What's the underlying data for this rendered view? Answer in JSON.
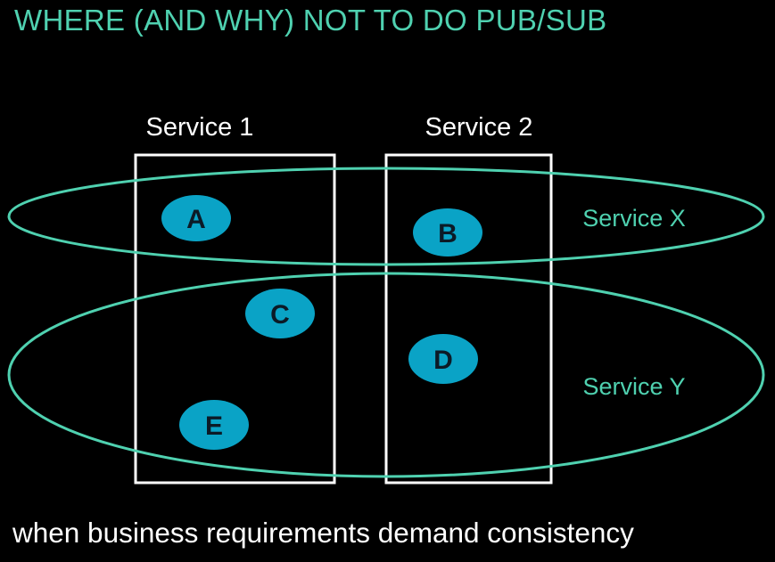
{
  "title": "WHERE (AND WHY) NOT TO DO PUB/SUB",
  "caption": "when business requirements demand consistency",
  "colors": {
    "background": "#000000",
    "accent": "#4fd1b0",
    "node_fill": "#0aa3c6",
    "node_text": "#0c1a26",
    "box_stroke": "#ffffff"
  },
  "columns": [
    {
      "label": "Service 1"
    },
    {
      "label": "Service 2"
    }
  ],
  "groups": [
    {
      "label": "Service X"
    },
    {
      "label": "Service Y"
    }
  ],
  "nodes": [
    {
      "label": "A"
    },
    {
      "label": "B"
    },
    {
      "label": "C"
    },
    {
      "label": "D"
    },
    {
      "label": "E"
    }
  ]
}
